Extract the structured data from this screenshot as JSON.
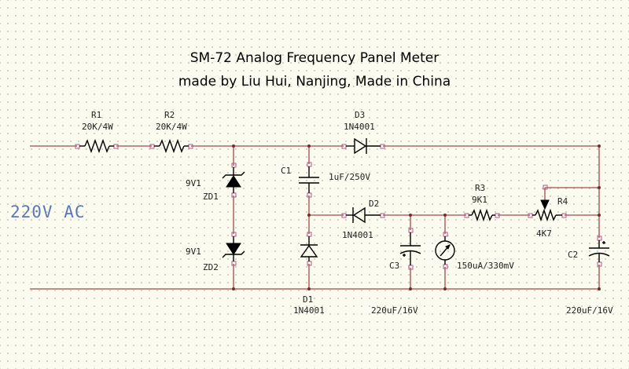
{
  "title": {
    "line1": "SM-72 Analog Frequency Panel Meter",
    "line2": "made by Liu Hui, Nanjing,  Made in China"
  },
  "input_label": "220V AC",
  "components": {
    "r1": {
      "ref": "R1",
      "value": "20K/4W"
    },
    "r2": {
      "ref": "R2",
      "value": "20K/4W"
    },
    "d3": {
      "ref": "D3",
      "value": "1N4001"
    },
    "zd1": {
      "ref": "ZD1",
      "value": "9V1"
    },
    "zd2": {
      "ref": "ZD2",
      "value": "9V1"
    },
    "c1": {
      "ref": "C1",
      "value": "1uF/250V"
    },
    "d2": {
      "ref": "D2",
      "value": "1N4001"
    },
    "d1": {
      "ref": "D1",
      "value": "1N4001"
    },
    "r3": {
      "ref": "R3",
      "value": "9K1"
    },
    "r4": {
      "ref": "R4",
      "value": "4K7"
    },
    "c3": {
      "ref": "C3",
      "value": "220uF/16V"
    },
    "meter": {
      "value": "150uA/330mV"
    },
    "c2": {
      "ref": "C2",
      "value": "220uF/16V"
    }
  }
}
